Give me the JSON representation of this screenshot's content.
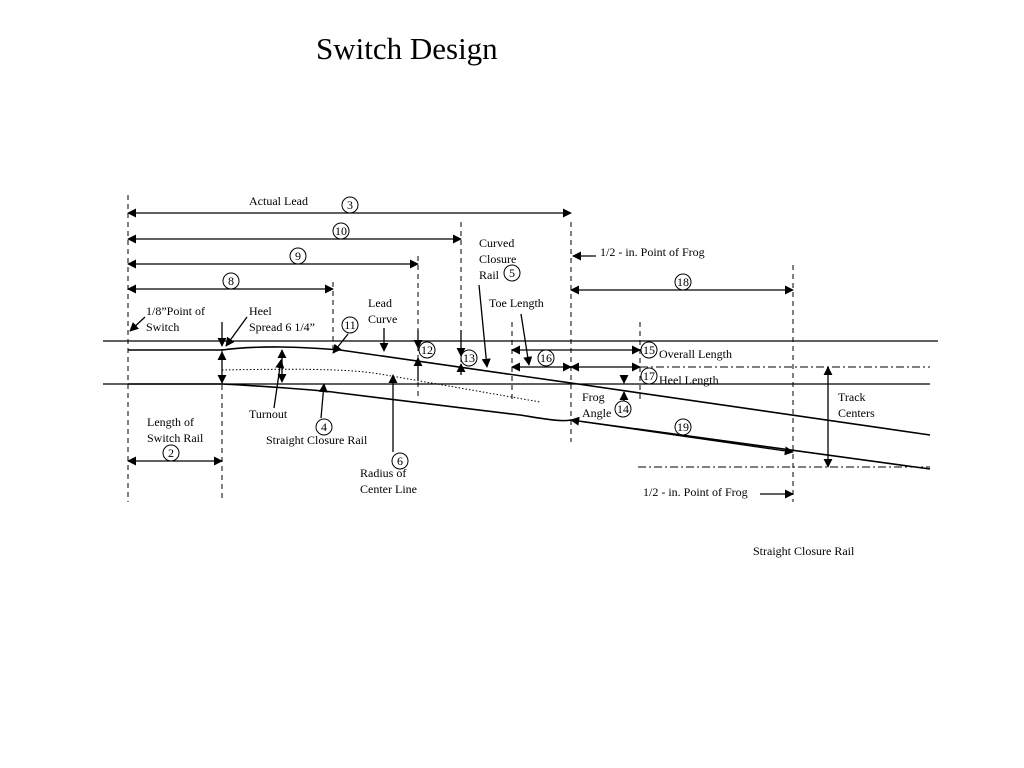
{
  "title": "Switch Design",
  "labels": {
    "actual_lead": "Actual Lead",
    "curved_closure_1": "Curved",
    "curved_closure_2": "Closure",
    "curved_closure_3": "Rail",
    "half_point_frog_top": "1/2 -  in. Point of Frog",
    "eighth_point_1": "1/8”Point of",
    "eighth_point_2": "Switch",
    "heel_spread_1": "Heel",
    "heel_spread_2": "Spread 6 1/4”",
    "lead_curve_1": "Lead",
    "lead_curve_2": "Curve",
    "toe_length": "Toe Length",
    "overall_length": "Overall Length",
    "heel_length": "Heel Length",
    "frog_angle_1": "Frog",
    "frog_angle_2": "Angle",
    "track_centers_1": "Track",
    "track_centers_2": "Centers",
    "length_switch_rail_1": "Length of",
    "length_switch_rail_2": "Switch Rail",
    "turnout": "Turnout",
    "straight_closure_rail": "Straight Closure Rail",
    "radius_center_1": "Radius of",
    "radius_center_2": "Center Line",
    "half_point_frog_bottom": "1/2 -  in. Point of Frog",
    "straight_closure_rail_bottom": "Straight Closure Rail"
  },
  "numbers": {
    "n3": "3",
    "n10": "10",
    "n9": "9",
    "n8": "8",
    "n5": "5",
    "n18": "18",
    "n11": "11",
    "n12": "12",
    "n13": "13",
    "n16": "16",
    "n15": "15",
    "n17": "17",
    "n14": "14",
    "n19": "19",
    "n4": "4",
    "n6": "6",
    "n2": "2"
  }
}
